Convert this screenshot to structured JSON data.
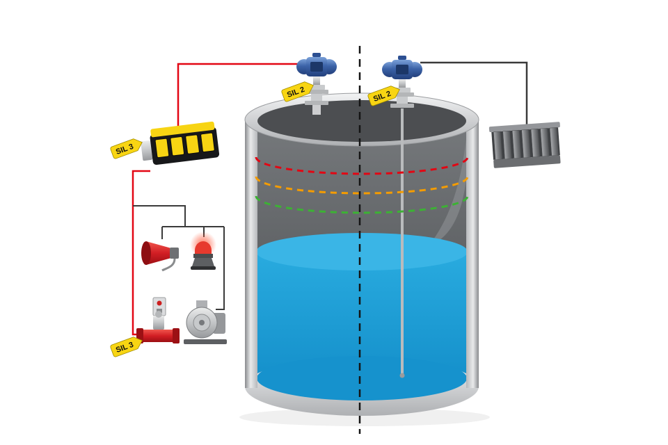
{
  "tags": {
    "sensor_left": "SIL 2",
    "sensor_right": "SIL 2",
    "logic_solver": "SIL 3",
    "final_element": "SIL 3"
  },
  "colors": {
    "safety_line": "#e30613",
    "control_line": "#3a3a3a",
    "divider": "#141414",
    "level_high_high": "#e30613",
    "level_high": "#f59c00",
    "level_normal": "#3cb234",
    "liquid": "#1b9fd8",
    "tag_background": "#f8d513",
    "transmitter_blue": "#3c63a8"
  }
}
